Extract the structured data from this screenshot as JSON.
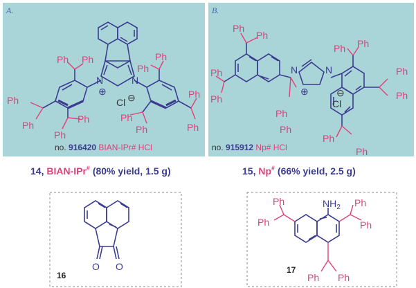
{
  "colors": {
    "panel_bg": "#a9d4d8",
    "blue": "#3b3b8f",
    "pink": "#e0407a",
    "grey": "#555555",
    "dash": "#888888"
  },
  "panel_a": {
    "letter": "A.",
    "caption_no": "no. ",
    "caption_id": "916420",
    "caption_name": " BIAN-IPr# HCl"
  },
  "panel_b": {
    "letter": "B.",
    "caption_no": "no. ",
    "caption_id": "915912",
    "caption_name": " Np# HCl"
  },
  "sub_a": {
    "num": "14",
    "sep": ", ",
    "name": "BIAN-IPr",
    "sup": "#",
    "detail": " (80% yield, 1.5 g)"
  },
  "sub_b": {
    "num": "15",
    "sep": ", ",
    "name": "Np",
    "sup": "#",
    "detail": " (66% yield, 2.5 g)"
  },
  "box_16": {
    "label": "16",
    "atoms": {
      "o1": "O",
      "o2": "O"
    }
  },
  "box_17": {
    "label": "17",
    "nh2": "NH",
    "nh2_sub": "2"
  },
  "labels": {
    "ph": "Ph",
    "n": "N",
    "cl": "Cl",
    "minus": "⊖",
    "plus": "⊕"
  }
}
